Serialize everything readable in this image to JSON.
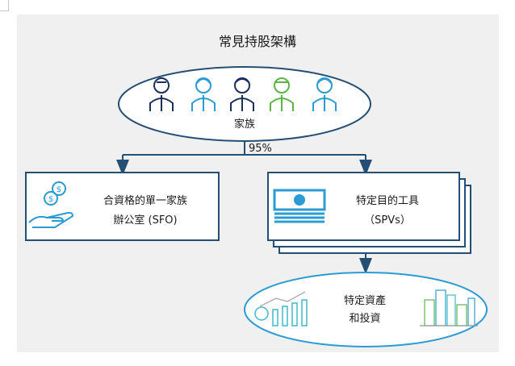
{
  "diagram": {
    "title": "常見持股架構",
    "family_label": "家族",
    "ownership_pct": "95%",
    "sfo_line1": "合資格的單一家族",
    "sfo_line2": "辦公室 (SFO)",
    "spv_line1": "特定目的工具",
    "spv_line2": "（SPVs）",
    "assets_line1": "特定資產",
    "assets_line2": "和投資"
  },
  "colors": {
    "navy": "#1c2f5a",
    "teal": "#2b9bd3",
    "green": "#5cb346",
    "border": "#254e74",
    "panel_bg": "#f0f0f0"
  },
  "icons": [
    "person-icon",
    "money-hand-icon",
    "banknote-icon",
    "chart-icon",
    "city-icon"
  ]
}
